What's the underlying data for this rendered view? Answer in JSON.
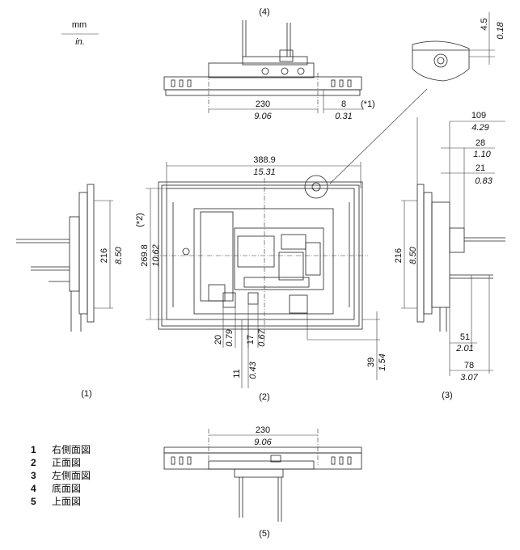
{
  "units": {
    "metric": "mm",
    "imperial": "in."
  },
  "view_labels": {
    "v1": "(1)",
    "v2": "(2)",
    "v3": "(3)",
    "v4": "(4)",
    "v5": "(5)"
  },
  "dims": {
    "d230_top": "230",
    "d906_top": "9.06",
    "d8": "8",
    "d031": "0.31",
    "note1": "(*1)",
    "d45": "4.5",
    "d018": "0.18",
    "d3889": "388.9",
    "d1531": "15.31",
    "d2698": "269.8",
    "d1062": "10.62",
    "note2": "(*2)",
    "d216_left": "216",
    "d850_left": "8.50",
    "d216_right": "216",
    "d850_right": "8.50",
    "d20": "20",
    "d079": "0.79",
    "d17": "17",
    "d067": "0.67",
    "d11": "11",
    "d043": "0.43",
    "d39": "39",
    "d154": "1.54",
    "d109": "109",
    "d429": "4.29",
    "d28": "28",
    "d110": "1.10",
    "d21": "21",
    "d083": "0.83",
    "d51": "51",
    "d201": "2.01",
    "d78": "78",
    "d307": "3.07",
    "d230_bot": "230",
    "d906_bot": "9.06"
  },
  "legend": [
    {
      "num": "1",
      "text": "右側面図"
    },
    {
      "num": "2",
      "text": "正面図"
    },
    {
      "num": "3",
      "text": "左側面図"
    },
    {
      "num": "4",
      "text": "底面図"
    },
    {
      "num": "5",
      "text": "上面図"
    }
  ]
}
